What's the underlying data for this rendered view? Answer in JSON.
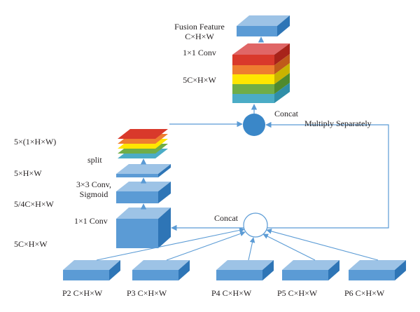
{
  "labels": {
    "fusion_feature": "Fusion Feature",
    "fusion_dim": "C×H×W",
    "conv_1x1_top": "1×1 Conv",
    "stack_dim_top": "5C×H×W",
    "concat_top": "Concat",
    "multiply_separately": "Multiply Separately",
    "weights_dim": "5×(1×H×W)",
    "split": "split",
    "five_hw": "5×H×W",
    "conv3_line1": "3×3 Conv,",
    "conv3_line2": "Sigmoid",
    "five_quarter": "5/4C×H×W",
    "conv_1x1_left": "1×1 Conv",
    "five_c_left": "5C×H×W",
    "concat_bottom": "Concat"
  },
  "inputs": [
    {
      "label": "P2 C×H×W"
    },
    {
      "label": "P3 C×H×W"
    },
    {
      "label": "P4 C×H×W"
    },
    {
      "label": "P5 C×H×W"
    },
    {
      "label": "P6 C×H×W"
    }
  ],
  "colors": {
    "block_front": "#5b9bd5",
    "block_top": "#9dc3e6",
    "block_side": "#2e75b6",
    "arrow": "#5b9bd5",
    "circle_fill": "#3a87c8",
    "layer_red": "#d9392b",
    "layer_orange": "#ee7d30",
    "layer_yellow": "#ffe600",
    "layer_green": "#70ad47",
    "layer_teal": "#4bacc6"
  }
}
